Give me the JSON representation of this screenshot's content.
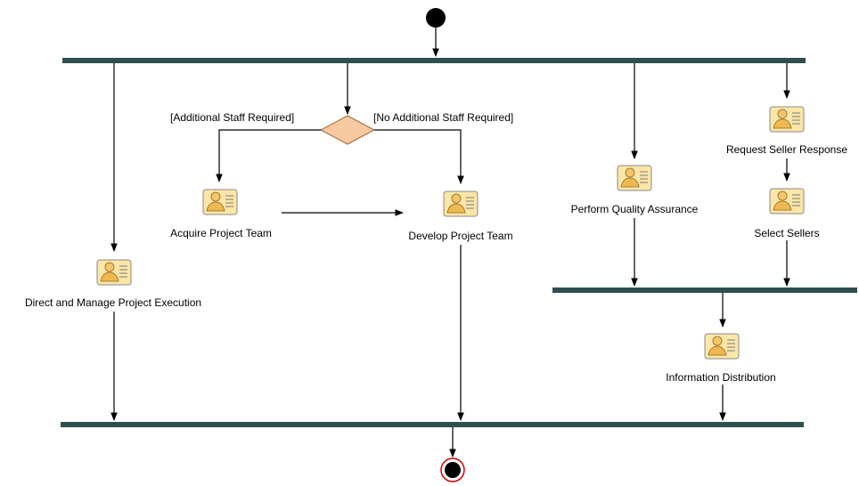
{
  "activities": {
    "direct": "Direct and Manage Project Execution",
    "acquire": "Acquire Project Team",
    "develop": "Develop Project Team",
    "quality": "Perform Quality Assurance",
    "request": "Request Seller Response",
    "select": "Select Sellers",
    "info": "Information Distribution"
  },
  "guards": {
    "staff_required": "[Additional Staff Required]",
    "no_staff_required": "[No Additional Staff Required]"
  },
  "colors": {
    "bar": "#2f4f4f",
    "decision": "#f8c8a0",
    "start": "#000000",
    "end_ring": "#cc0000"
  },
  "icons": {
    "activity": "person-card-icon"
  }
}
